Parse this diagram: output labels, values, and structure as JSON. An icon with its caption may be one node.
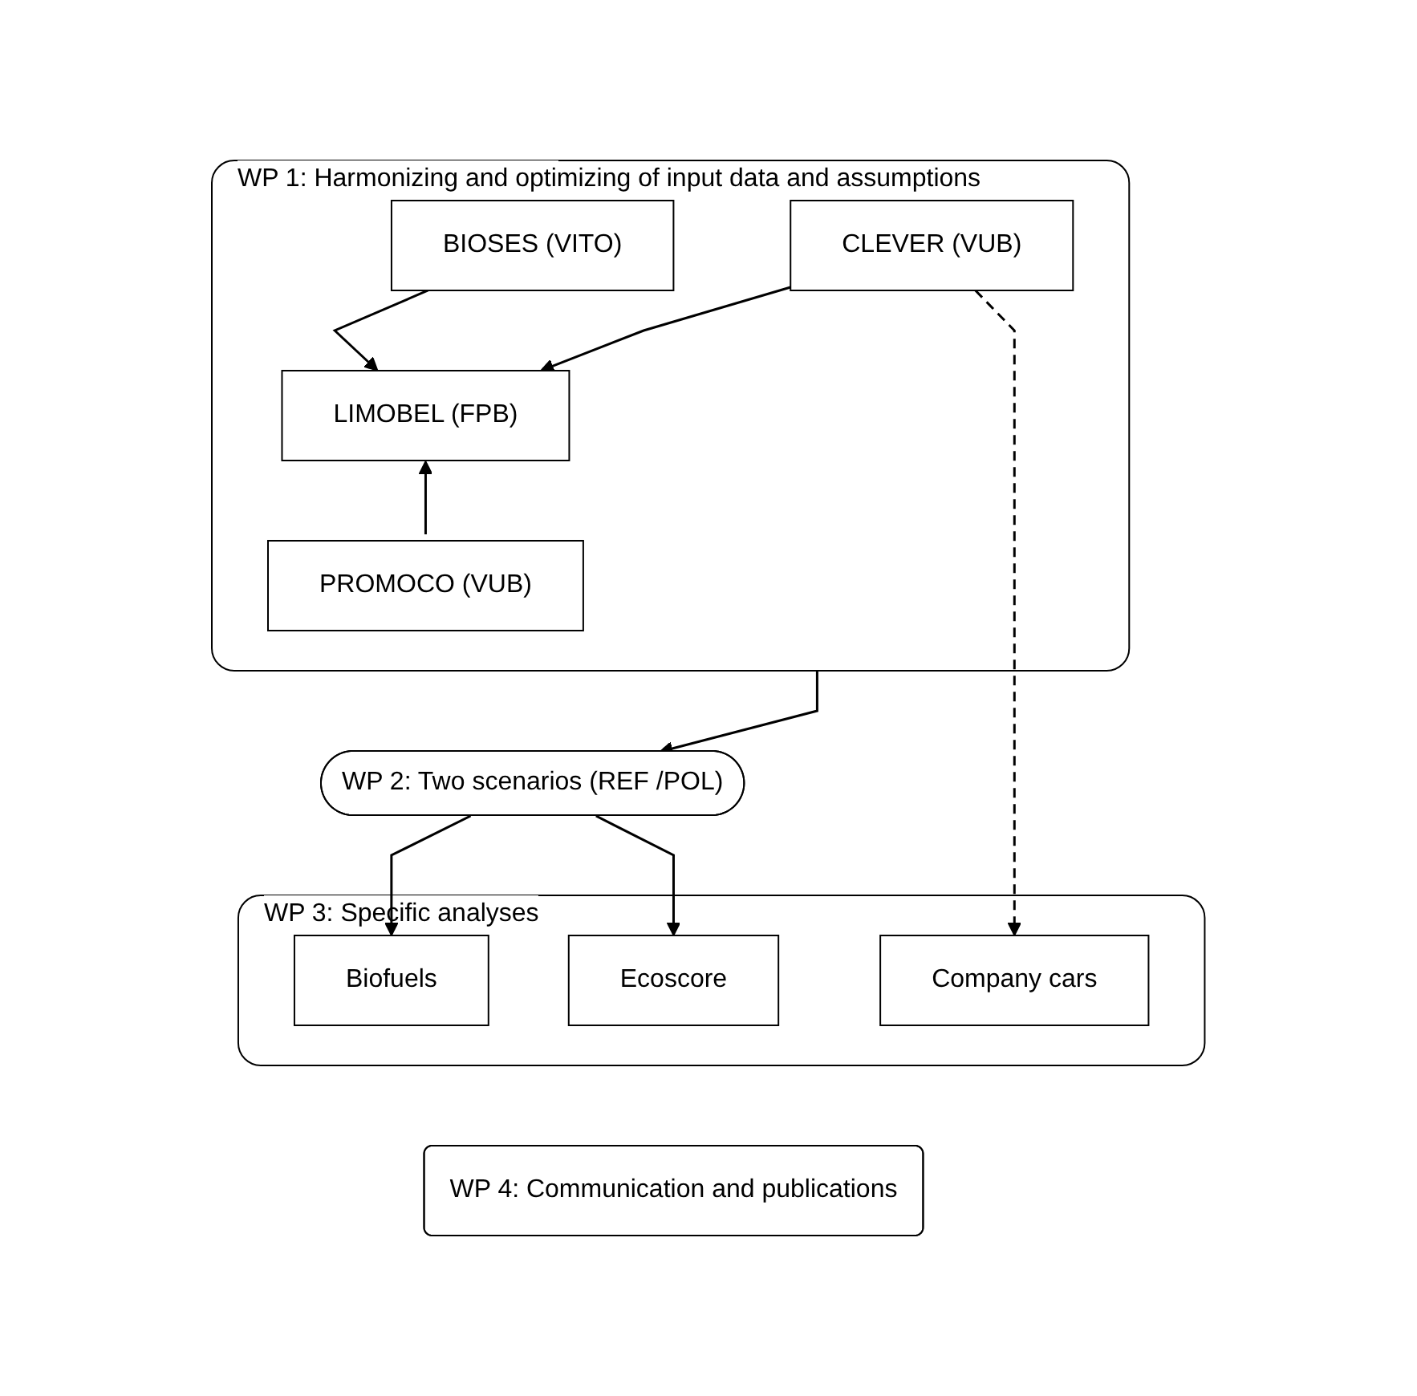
{
  "diagram": {
    "nodes": [
      {
        "text": [
          "WP 1: Harmonizing and optimizing of input data and assumptions"
        ]
      },
      {
        "text": [
          "BIOSES (VITO)"
        ],
        "in": 0
      },
      {
        "text": [
          "CLEVER (VUB)"
        ],
        "in": 0
      },
      {
        "text": [
          "LIMOBEL (FPB)"
        ],
        "in": 0
      },
      {
        "text": [
          "PROMOCO (VUB)"
        ],
        "in": 0
      },
      {
        "text": [
          "WP 2: Two scenarios (REF /POL)"
        ]
      },
      {
        "text": [
          "WP 3: Specific analyses"
        ]
      },
      {
        "text": [
          "Biofuels"
        ],
        "in": 6
      },
      {
        "text": [
          "Ecoscore"
        ],
        "in": 6
      },
      {
        "text": [
          "Company cars"
        ],
        "in": 6
      },
      {
        "text": [
          "WP 4: Communication and publications"
        ]
      }
    ],
    "edges": [
      {
        "from": 1,
        "to": 3,
        "arrow": "to"
      },
      {
        "from": 2,
        "to": 3,
        "arrow": "to"
      },
      {
        "from": 4,
        "to": 3,
        "arrow": "to"
      },
      {
        "from": 0,
        "to": 5,
        "arrow": "to"
      },
      {
        "from": 5,
        "to": 7,
        "arrow": "to"
      },
      {
        "from": 5,
        "to": 8,
        "arrow": "to"
      },
      {
        "from": 2,
        "to": 9,
        "arrow": "to",
        "style": "dashed"
      }
    ]
  }
}
